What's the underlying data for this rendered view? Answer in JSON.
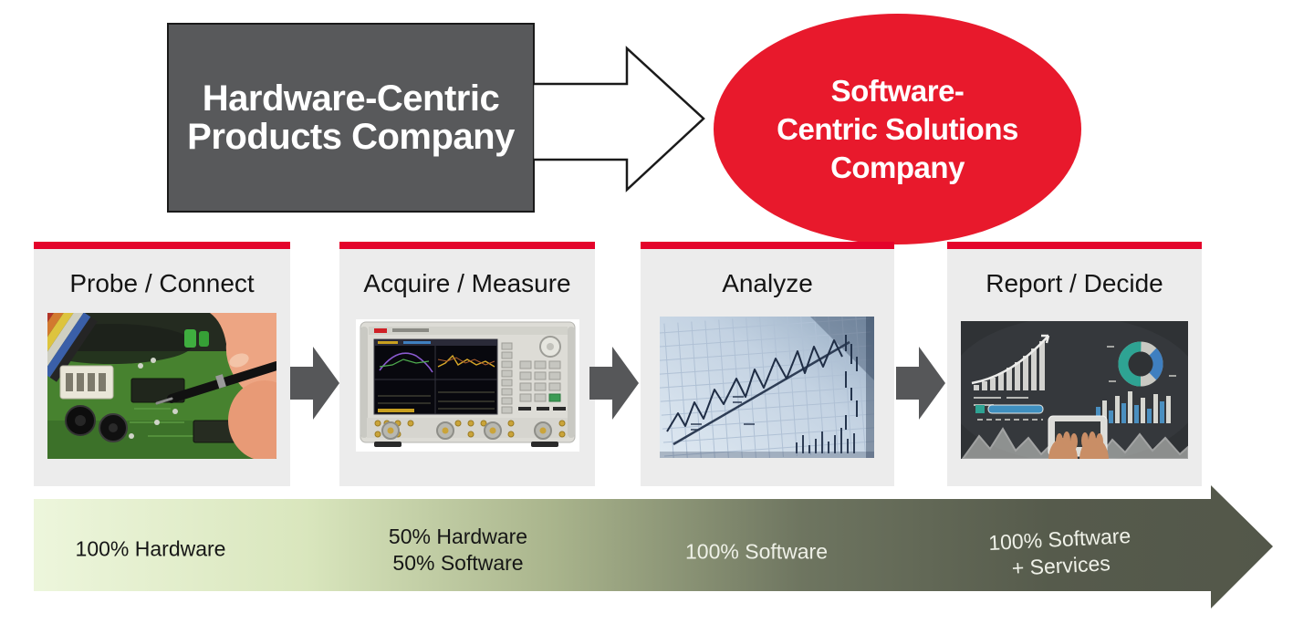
{
  "transformation": {
    "from_box": {
      "lines": [
        "Hardware-Centric",
        "Products Company"
      ],
      "bg_color": "#58595b",
      "text_color": "#ffffff"
    },
    "arrow": {
      "fill_color": "#ffffff",
      "outline_color": "#1a1a1a"
    },
    "to_ellipse": {
      "lines": [
        "Software-",
        "Centric Solutions",
        "Company"
      ],
      "bg_color": "#e8192c",
      "text_color": "#ffffff"
    }
  },
  "workflow": {
    "accent_red": "#e4032b",
    "panel_bg": "#ececec",
    "step_arrow_color": "#565759",
    "steps": [
      {
        "title": "Probe / Connect",
        "image": "pcb-probe-photo"
      },
      {
        "title": "Acquire / Measure",
        "image": "network-analyzer-photo"
      },
      {
        "title": "Analyze",
        "image": "stock-chart-photo"
      },
      {
        "title": "Report / Decide",
        "image": "dashboard-tablet-photo"
      }
    ]
  },
  "spectrum_arrow": {
    "gradient": [
      "#edf6dc",
      "#d9e6bd",
      "#a9b48c",
      "#6e7560",
      "#565b4c",
      "#53574a"
    ],
    "labels": [
      {
        "lines": [
          "100% Hardware"
        ]
      },
      {
        "lines": [
          "50% Hardware",
          "50% Software"
        ]
      },
      {
        "lines": [
          "100% Software"
        ]
      },
      {
        "lines": [
          "100% Software",
          "+ Services"
        ]
      }
    ]
  }
}
